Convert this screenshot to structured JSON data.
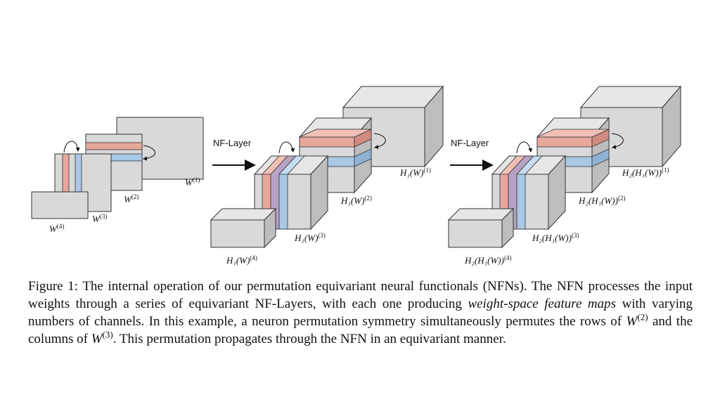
{
  "figure": {
    "arrows": [
      {
        "label": "NF-Layer"
      },
      {
        "label": "NF-Layer"
      }
    ],
    "labels": {
      "w1": {
        "base": "W",
        "sup": "(1)"
      },
      "w2": {
        "base": "W",
        "sup": "(2)"
      },
      "w3": {
        "base": "W",
        "sup": "(3)"
      },
      "w4": {
        "base": "W",
        "sup": "(4)"
      },
      "h1w1": {
        "base": "H₁(W)",
        "sup": "(1)"
      },
      "h1w2": {
        "base": "H₁(W)",
        "sup": "(2)"
      },
      "h1w3": {
        "base": "H₁(W)",
        "sup": "(3)"
      },
      "h1w4": {
        "base": "H₁(W)",
        "sup": "(4)"
      },
      "h2w1": {
        "base": "H₂(H₁(W))",
        "sup": "(1)"
      },
      "h2w2": {
        "base": "H₂(H₁(W))",
        "sup": "(2)"
      },
      "h2w3": {
        "base": "H₂(H₁(W))",
        "sup": "(3)"
      },
      "h2w4": {
        "base": "H₂(H₁(W))",
        "sup": "(4)"
      }
    },
    "colors": {
      "gray": "#d9d9d9",
      "gray_dark": "#bdbdbd",
      "red": "#e8a79c",
      "blue": "#a9c8e6",
      "purple": "#b7a2c4",
      "stroke": "#333333"
    }
  },
  "caption": {
    "prefix": "Figure 1:",
    "text1": "The internal operation of our permutation equivariant neural functionals (NFNs). The NFN processes the input weights through a series of equivariant NF-Layers, with each one producing",
    "italic": "weight-space feature maps",
    "text2": "with varying numbers of channels. In this example, a neuron permutation symmetry simultaneously permutes the rows of",
    "math1": "W",
    "math1_sup": "(2)",
    "text3": "and the columns of",
    "math2": "W",
    "math2_sup": "(3)",
    "text4": ". This permutation propagates through the NFN in an equivariant manner."
  }
}
